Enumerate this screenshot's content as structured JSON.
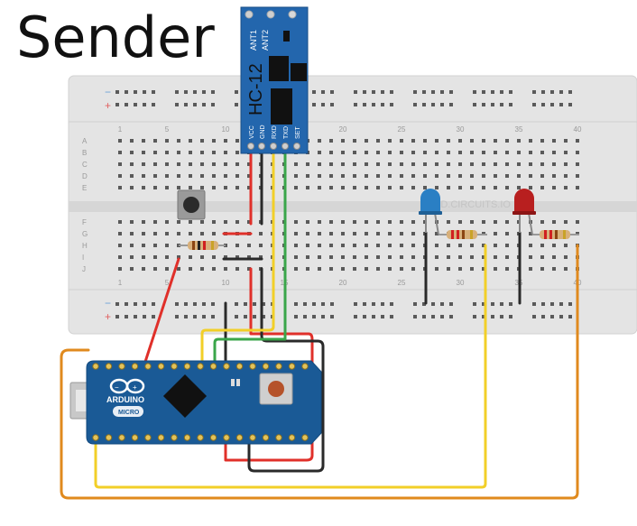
{
  "title": "Sender",
  "module": {
    "name": "HC-12",
    "antenna_labels": [
      "ANT1",
      "ANT2"
    ],
    "pins": [
      "VCC",
      "GND",
      "RXD",
      "TXD",
      "SET"
    ]
  },
  "breadboard": {
    "row_labels": [
      "A",
      "B",
      "C",
      "D",
      "E",
      "F",
      "G",
      "H",
      "I",
      "J"
    ],
    "column_numbers": [
      "1",
      "5",
      "10",
      "15",
      "20",
      "25",
      "30",
      "35",
      "40"
    ],
    "watermark": "123D.CIRCUITS.IO"
  },
  "arduino": {
    "brand": "ARDUINO",
    "model": "MICRO"
  },
  "colors": {
    "breadboard": "#e4e4e4",
    "module_board": "#2366ad",
    "arduino_board": "#1a5a96",
    "wire_red": "#e0302a",
    "wire_black": "#2a2a2a",
    "wire_yellow": "#f2cf28",
    "wire_green": "#3aa64a",
    "wire_orange": "#e08a1e",
    "led_blue": "#2a7fc4",
    "led_red": "#b81f1f"
  }
}
